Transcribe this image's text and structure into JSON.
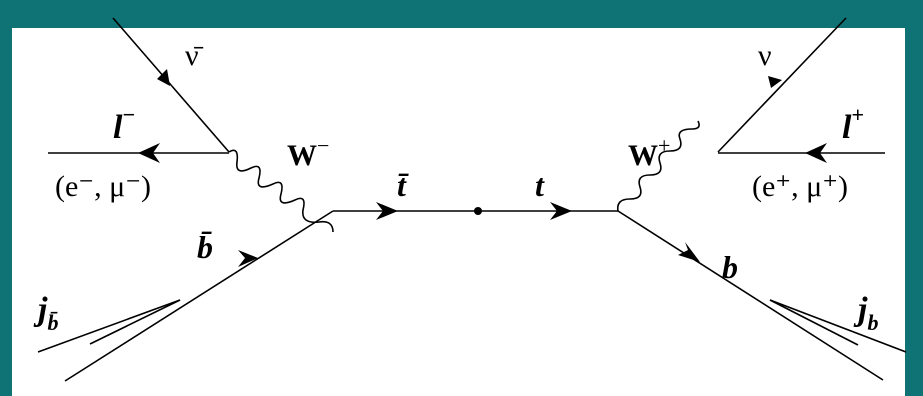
{
  "diagram": {
    "background_frame_color": "#0f7275",
    "panel_color": "#ffffff",
    "labels": {
      "antineutrino": "ν̄",
      "neutrino": "ν",
      "lepton_minus": "l",
      "lepton_minus_sup": "−",
      "lepton_plus": "l",
      "lepton_plus_sup": "+",
      "lepton_minus_flavors": "(e⁻, μ⁻)",
      "lepton_plus_flavors": "(e⁺, μ⁺)",
      "w_minus": "W",
      "w_minus_sup": "−",
      "w_plus": "W",
      "w_plus_sup": "+",
      "antitop": "t̄",
      "top": "t",
      "antibottom": "b̄",
      "bottom": "b",
      "jet_bbar": "j",
      "jet_bbar_sub": "b̄",
      "jet_b": "j",
      "jet_b_sub": "b"
    }
  }
}
